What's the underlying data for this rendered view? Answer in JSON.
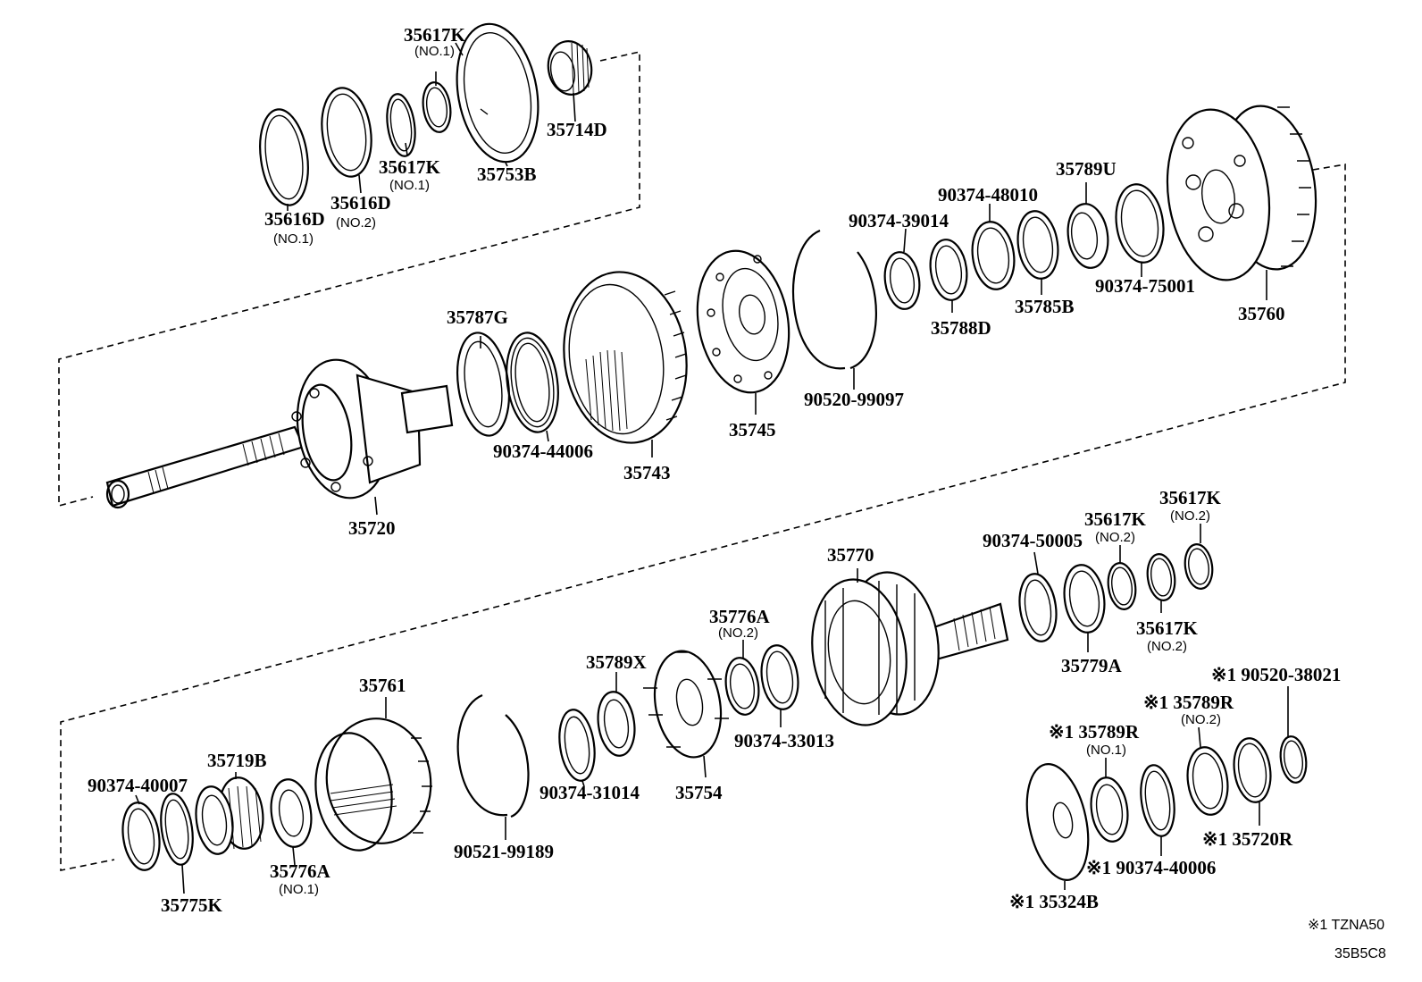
{
  "labels": {
    "p35617K_top": "35617K",
    "p35617K_top_sub": "(NO.1)",
    "p35714D": "35714D",
    "p35617K_mid": "35617K",
    "p35617K_mid_sub": "(NO.1)",
    "p35753B": "35753B",
    "p35616D_2": "35616D",
    "p35616D_2_sub": "(NO.2)",
    "p35616D_1": "35616D",
    "p35616D_1_sub": "(NO.1)",
    "p35789U": "35789U",
    "p90374_48010": "90374-48010",
    "p90374_39014": "90374-39014",
    "p90374_75001": "90374-75001",
    "p35760": "35760",
    "p35785B": "35785B",
    "p35788D": "35788D",
    "p35787G": "35787G",
    "p90520_99097": "90520-99097",
    "p35745": "35745",
    "p90374_44006": "90374-44006",
    "p35743": "35743",
    "p35720": "35720",
    "p35770": "35770",
    "p90374_50005": "90374-50005",
    "p35617K_r2": "35617K",
    "p35617K_r2_sub": "(NO.2)",
    "p35617K_r1": "35617K",
    "p35617K_r1_sub": "(NO.2)",
    "p35617K_r3": "35617K",
    "p35617K_r3_sub": "(NO.2)",
    "p35779A": "35779A",
    "p35776A_2": "35776A",
    "p35776A_2_sub": "(NO.2)",
    "p35789X": "35789X",
    "p90374_33013": "90374-33013",
    "p35761": "35761",
    "p35719B": "35719B",
    "p90374_40007": "90374-40007",
    "p90374_31014": "90374-31014",
    "p35754": "35754",
    "p90521_99189": "90521-99189",
    "p35776A_1": "35776A",
    "p35776A_1_sub": "(NO.1)",
    "p35775K": "35775K",
    "p90520_38021": "※1 90520-38021",
    "p35789R_2": "※1 35789R",
    "p35789R_2_sub": "(NO.2)",
    "p35789R_1": "※1 35789R",
    "p35789R_1_sub": "(NO.1)",
    "p35720R": "※1 35720R",
    "p90374_40006": "※1 90374-40006",
    "p35324B": "※1 35324B"
  },
  "footer": {
    "note": "※1 TZNA50",
    "code": "35B5C8"
  }
}
